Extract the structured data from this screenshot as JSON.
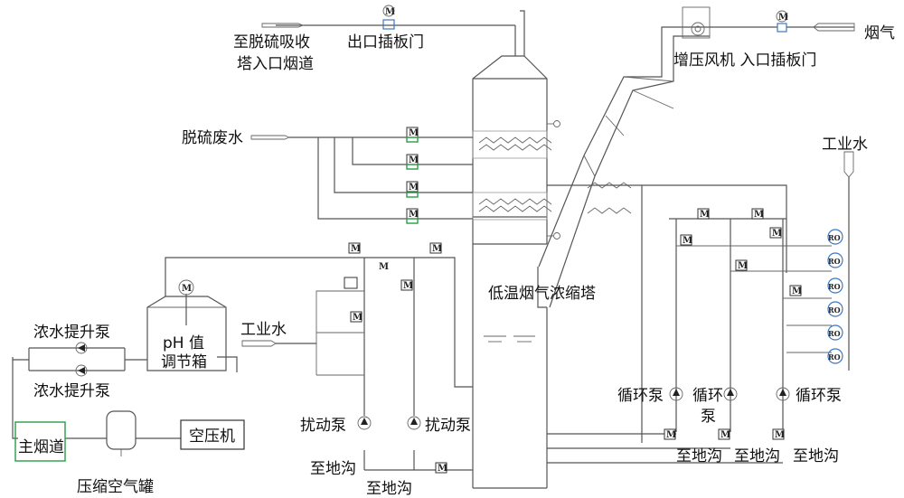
{
  "labels": {
    "desulf_tower_inlet_1": "至脱硫吸收",
    "desulf_tower_inlet_2": "塔入口烟道",
    "outlet_damper": "出口插板门",
    "flue_gas": "烟气",
    "booster_fan_inlet_damper": "增压风机 入口插板门",
    "desulf_wastewater": "脱硫废水",
    "industrial_water_right": "工业水",
    "concentration_tower": "低温烟气浓缩塔",
    "brine_pump_top": "浓水提升泵",
    "brine_pump_bottom": "浓水提升泵",
    "ph_tank_1": "pH 值",
    "ph_tank_2": "调节箱",
    "industrial_water_left": "工业水",
    "main_flue": "主烟道",
    "compressed_air_tank": "压缩空气罐",
    "air_compressor": "空压机",
    "agitation_pump_left": "扰动泵",
    "agitation_pump_right": "扰动泵",
    "to_trench_1": "至地沟",
    "to_trench_2": "至地沟",
    "circ_pump_1": "循环泵",
    "circ_pump_2a": "循环",
    "circ_pump_2b": "泵",
    "circ_pump_3": "循环泵",
    "to_trench_3": "至地沟",
    "to_trench_4": "至地沟",
    "to_trench_5": "至地沟",
    "motor_symbol": "M",
    "ro": "RO",
    "m_label": "M"
  }
}
